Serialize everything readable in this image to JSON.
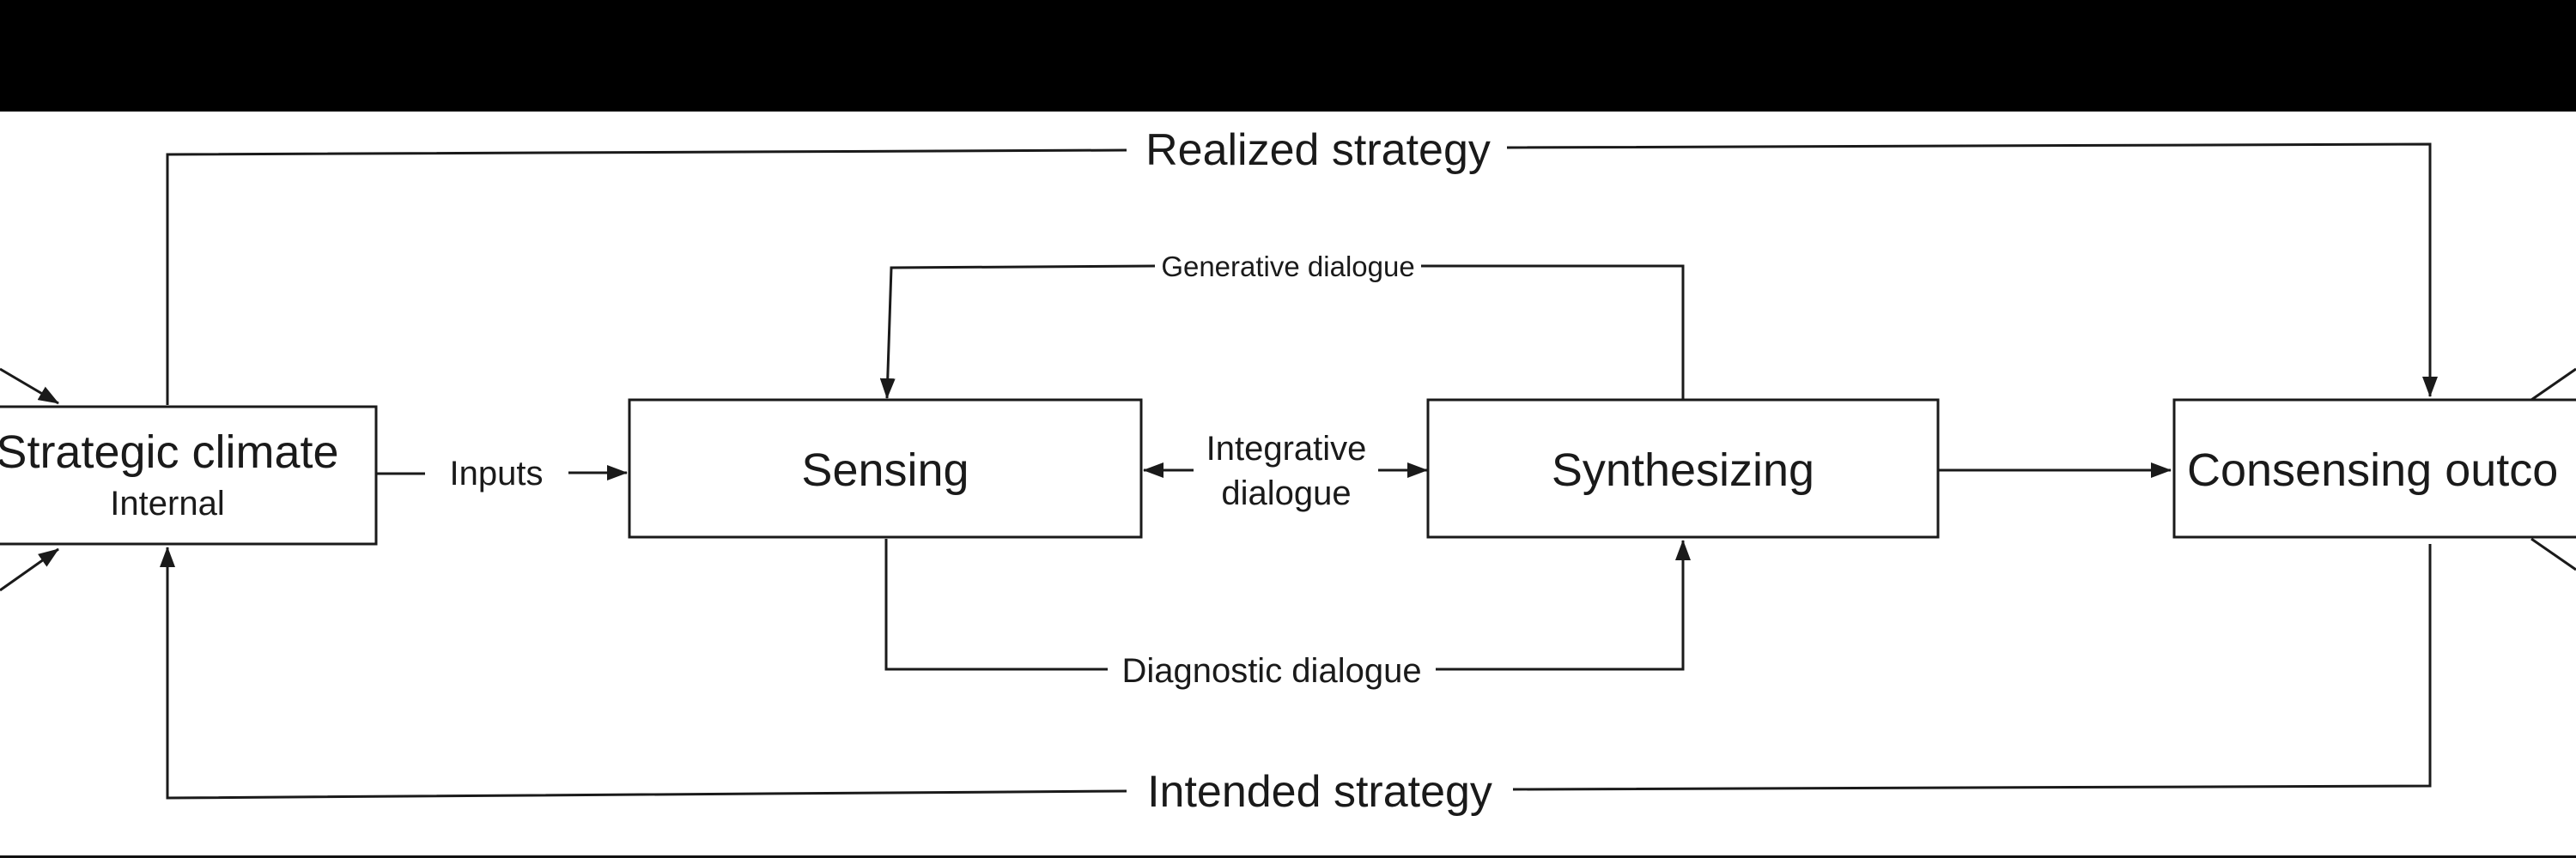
{
  "nodes": {
    "strategic_climate": {
      "title": "Strategic climate",
      "subtitle": "Internal"
    },
    "sensing": {
      "title": "Sensing"
    },
    "synthesizing": {
      "title": "Synthesizing"
    },
    "consensing_outcomes": {
      "title": "Consensing outco"
    }
  },
  "edges": {
    "realized_strategy": "Realized strategy",
    "intended_strategy": "Intended strategy",
    "generative_dialogue": "Generative dialogue",
    "diagnostic_dialogue": "Diagnostic dialogue",
    "integrative_dialogue_line1": "Integrative",
    "integrative_dialogue_line2": "dialogue",
    "inputs": "Inputs"
  },
  "colors": {
    "background": "#ffffff",
    "ink": "#1a1a1a",
    "banner": "#000000"
  }
}
